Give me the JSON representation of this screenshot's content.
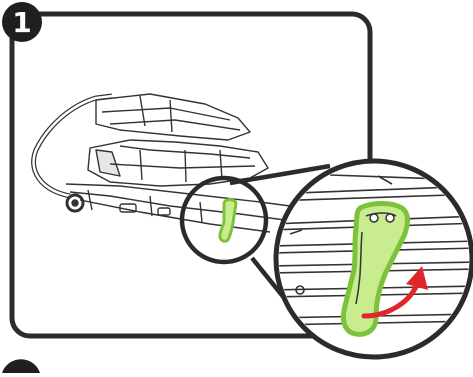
{
  "step": {
    "number": "1"
  },
  "colors": {
    "frame": "#2b2b2b",
    "line": "#333333",
    "highlight_fill": "#c8ec8e",
    "highlight_stroke": "#7cc23a",
    "arrow": "#e0262a",
    "background": "#ffffff"
  },
  "icons": [
    "folded-stroller-illustration",
    "latch-highlight",
    "rotate-arrow-icon",
    "magnify-callout"
  ]
}
